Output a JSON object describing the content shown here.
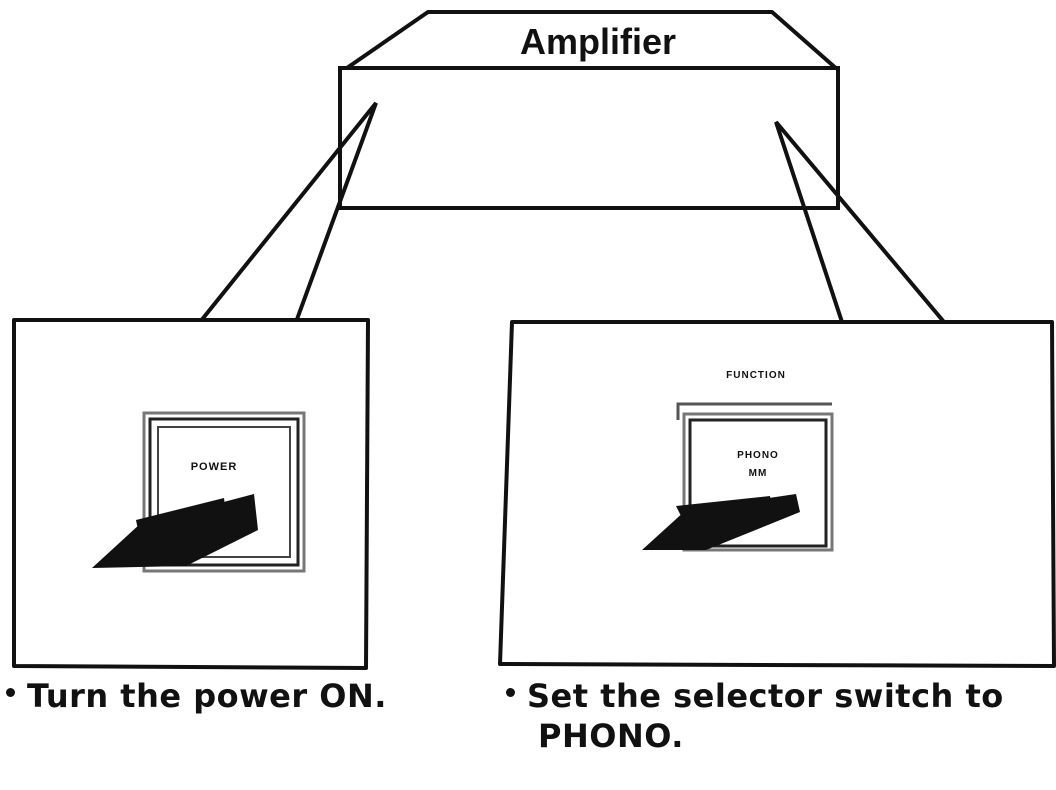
{
  "title": "Amplifier",
  "left_panel": {
    "button_label": "POWER",
    "caption": "Turn the power ON."
  },
  "right_panel": {
    "section_label": "FUNCTION",
    "button_line1": "PHONO",
    "button_line2": "MM",
    "caption_line1": "Set the selector switch to",
    "caption_line2": "PHONO."
  },
  "colors": {
    "ink": "#111111",
    "background": "#ffffff"
  }
}
